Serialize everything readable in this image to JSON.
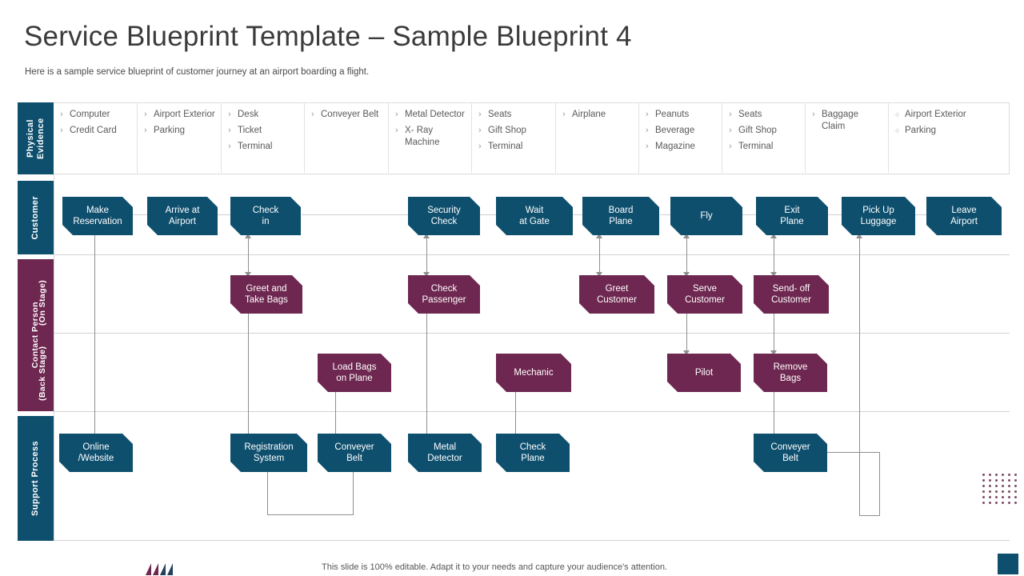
{
  "header": {
    "title": "Service Blueprint Template – Sample Blueprint 4",
    "subtitle": "Here is a sample service blueprint of customer journey at an airport boarding a flight."
  },
  "rows": {
    "physical_evidence": "Physical Evidence",
    "customer": "Customer",
    "contact_person": "Contact Person",
    "on_stage": "(On Stage)",
    "back_stage": "(Back Stage)",
    "support_process": "Support Process"
  },
  "physical_evidence_columns": [
    {
      "bullet": "chevron",
      "items": [
        "Computer",
        "Credit Card"
      ]
    },
    {
      "bullet": "chevron",
      "items": [
        "Airport Exterior",
        "Parking"
      ]
    },
    {
      "bullet": "chevron",
      "items": [
        "Desk",
        "Ticket",
        "Terminal"
      ]
    },
    {
      "bullet": "chevron",
      "items": [
        "Conveyer Belt"
      ]
    },
    {
      "bullet": "chevron",
      "items": [
        "Metal Detector",
        "X- Ray Machine"
      ]
    },
    {
      "bullet": "chevron",
      "items": [
        "Seats",
        "Gift Shop",
        "Terminal"
      ]
    },
    {
      "bullet": "chevron",
      "items": [
        "Airplane"
      ]
    },
    {
      "bullet": "chevron",
      "items": [
        "Peanuts",
        "Beverage",
        "Magazine"
      ]
    },
    {
      "bullet": "chevron",
      "items": [
        "Seats",
        "Gift Shop",
        "Terminal"
      ]
    },
    {
      "bullet": "chevron",
      "items": [
        "Baggage Claim"
      ]
    },
    {
      "bullet": "circle",
      "items": [
        "Airport Exterior",
        "Parking"
      ]
    }
  ],
  "customer_steps": [
    "Make\nReservation",
    "Arrive at\nAirport",
    "Check\nin",
    "Security\nCheck",
    "Wait\nat Gate",
    "Board\nPlane",
    "Fly",
    "Exit\nPlane",
    "Pick Up\nLuggage",
    "Leave\nAirport"
  ],
  "on_stage_steps": [
    "Greet and\nTake Bags",
    "Check\nPassenger",
    "Greet\nCustomer",
    "Serve\nCustomer",
    "Send- off\nCustomer"
  ],
  "back_stage_steps": [
    "Load Bags\non Plane",
    "Mechanic",
    "Pilot",
    "Remove\nBags"
  ],
  "support_steps": [
    "Online\n/Website",
    "Registration\nSystem",
    "Conveyer\nBelt",
    "Metal\nDetector",
    "Check\nPlane",
    "Conveyer\nBelt"
  ],
  "bullets": {
    "chevron": "›",
    "circle": "○"
  },
  "colors": {
    "teal": "#0e4f6e",
    "maroon": "#6e2750",
    "connector": "#8f8f8f"
  },
  "footer": {
    "note": "This slide is 100% editable. Adapt it to your needs and capture your audience's attention."
  }
}
